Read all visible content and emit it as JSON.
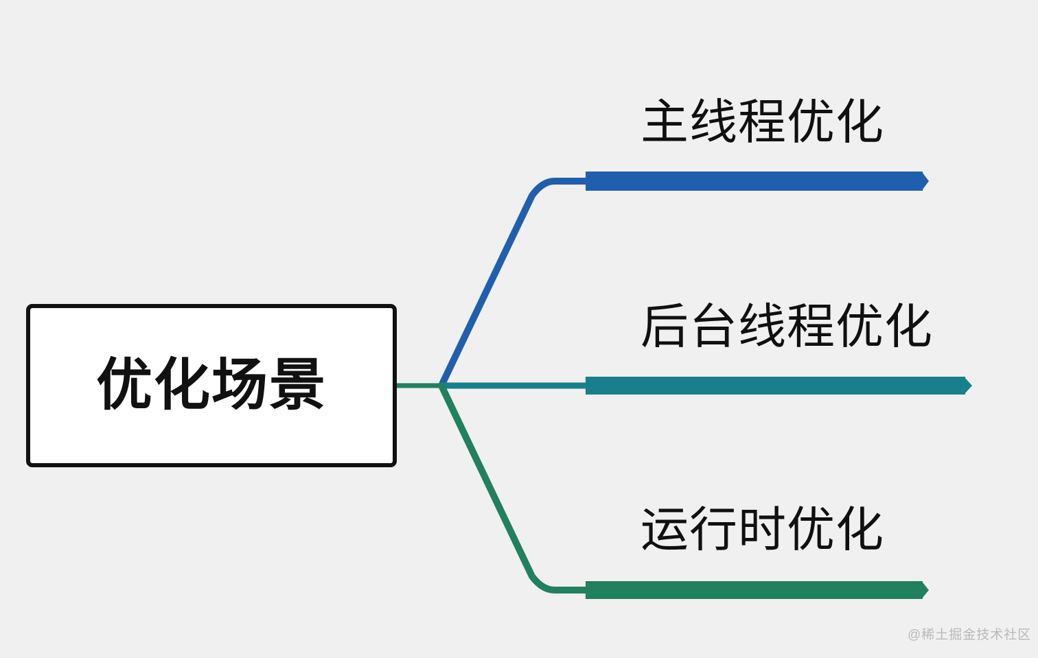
{
  "diagram": {
    "type": "mind-map",
    "background_color": "#f0f0f0",
    "root": {
      "label": "优化场景",
      "fill_color": "#ffffff",
      "border_color": "#111111"
    },
    "branches": [
      {
        "label": "主线程优化",
        "color": "#1f5fae",
        "direction": "up"
      },
      {
        "label": "后台线程优化",
        "color": "#17808c",
        "direction": "right"
      },
      {
        "label": "运行时优化",
        "color": "#21805e",
        "direction": "down"
      }
    ],
    "stem_color": "#21805e",
    "watermark": "@稀土掘金技术社区"
  }
}
